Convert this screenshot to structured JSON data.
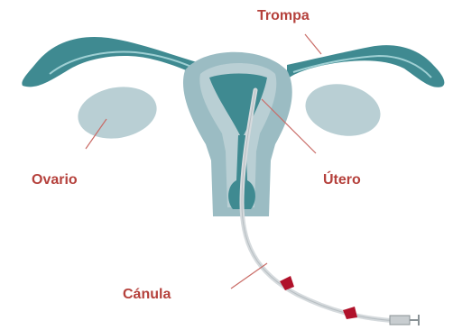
{
  "labels": {
    "trompa": "Trompa",
    "ovario": "Ovario",
    "utero": "Útero",
    "canula": "Cánula"
  },
  "colors": {
    "label_text": "#b5413c",
    "leader_line": "#c96b66",
    "organ_teal": "#3f8a91",
    "organ_light": "#b9cfd4",
    "organ_mid": "#9bbcc3",
    "cannula_tube": "#d5dadd",
    "cannula_marker": "#b0112a"
  }
}
